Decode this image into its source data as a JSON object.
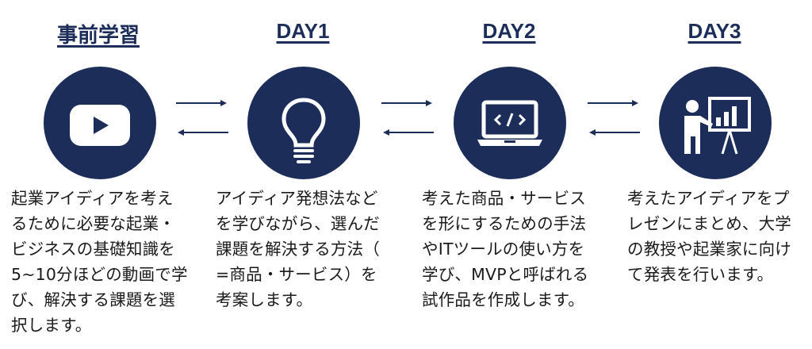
{
  "colors": {
    "primary": "#1c2d5a",
    "text": "#1a1a1a",
    "background": "#ffffff"
  },
  "steps": [
    {
      "title": "事前学習",
      "icon": "youtube-play-icon",
      "description": "起業アイディアを考え\nるために必要な起業・\nビジネスの基礎知識を\n5~10分ほどの動画で学\nび、解決する課題を選\n択します。"
    },
    {
      "title": "DAY1",
      "icon": "lightbulb-icon",
      "description": "アイディア発想法など\nを学びながら、選んだ\n課題を解決する方法（\n=商品・サービス）を\n考案します。"
    },
    {
      "title": "DAY2",
      "icon": "laptop-code-icon",
      "description": "考えた商品・サービス\nを形にするための手法\nやITツールの使い方を\n学び、MVPと呼ばれる\n試作品を作成します。"
    },
    {
      "title": "DAY3",
      "icon": "presentation-icon",
      "description": "考えたアイディアをプ\nレゼンにまとめ、大学\nの教授や起業家に向け\nて発表を行います。"
    }
  ]
}
